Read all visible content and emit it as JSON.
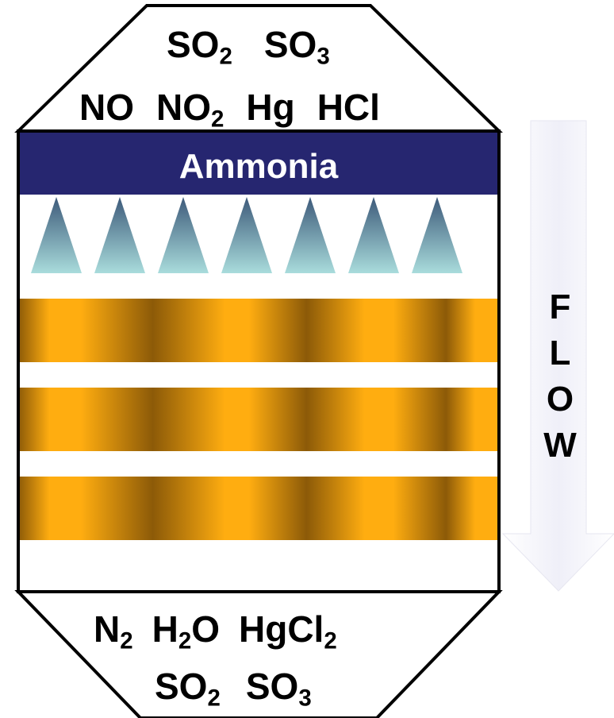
{
  "reactor": {
    "inlet": {
      "row1": [
        {
          "base": "SO",
          "sub": "2"
        },
        {
          "base": "SO",
          "sub": "3"
        }
      ],
      "row2": [
        {
          "base": "NO",
          "sub": ""
        },
        {
          "base": "NO",
          "sub": "2"
        },
        {
          "base": "Hg",
          "sub": ""
        },
        {
          "base": "HCl",
          "sub": ""
        }
      ]
    },
    "injection_label": "Ammonia",
    "nozzle_count": 7,
    "catalyst_layer_count": 3,
    "outlet": {
      "row1": [
        {
          "base": "N",
          "sub": "2"
        },
        {
          "base": "H",
          "sub": "2",
          "tail": "O"
        },
        {
          "base": "HgCl",
          "sub": "2"
        }
      ],
      "row2": [
        {
          "base": "SO",
          "sub": "2"
        },
        {
          "base": "SO",
          "sub": "3"
        }
      ]
    }
  },
  "flow": {
    "letters": [
      "F",
      "L",
      "O",
      "W"
    ]
  },
  "colors": {
    "ammonia_band": "#262670",
    "nozzle_top": "#3d5a7a",
    "nozzle_bottom": "#a9dcdc",
    "catalyst_light": "#ffad10",
    "catalyst_dark": "#8c5a08",
    "arrow_fill": "#efeff8",
    "outline": "#000000"
  }
}
